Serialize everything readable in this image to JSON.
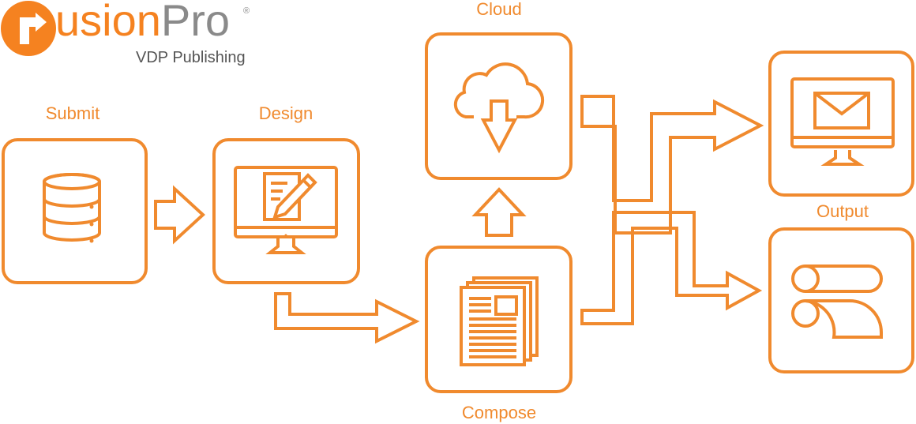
{
  "brand": {
    "name_part1": "usion",
    "name_part2": "Pro",
    "registered_mark": "®",
    "tagline": "VDP Publishing"
  },
  "colors": {
    "accent": "#F08A2E",
    "logo_orange": "#F58220",
    "logo_gray": "#8A8A8A",
    "tagline": "#555555"
  },
  "steps": {
    "submit": "Submit",
    "design": "Design",
    "cloud": "Cloud",
    "compose": "Compose",
    "output": "Output"
  },
  "icons": {
    "submit": "database-icon",
    "design": "monitor-edit-icon",
    "cloud": "cloud-download-icon",
    "compose": "documents-icon",
    "output_email": "monitor-email-icon",
    "output_print": "print-rollers-icon"
  }
}
